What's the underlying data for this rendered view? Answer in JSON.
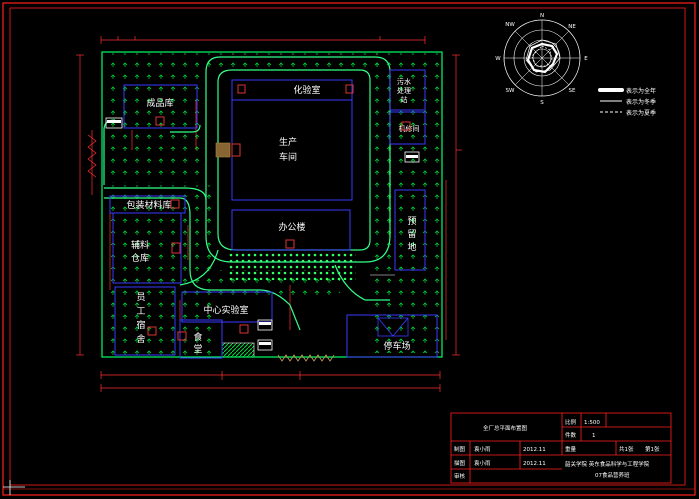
{
  "drawing": {
    "colors": {
      "background": "#000000",
      "frame": "#ff2020",
      "boundary": "#00ff66",
      "building": "#3a3aff",
      "dimension": "#ff3030",
      "vegetation": "#00cc33",
      "road": "#33ff88",
      "equipment": "#dd3333",
      "text": "#ffffff"
    },
    "buildings": {
      "finished_goods": "成品库",
      "lab": "化验室",
      "production_line1": "生产",
      "production_line2": "车间",
      "wastewater1": "污水",
      "wastewater2": "处理",
      "wastewater3": "站",
      "machine_repair": "机修间",
      "packaging_store": "包装材料库",
      "aux_store1": "辅料",
      "aux_store2": "仓库",
      "office": "办公楼",
      "reserve1": "预",
      "reserve2": "留",
      "reserve3": "地",
      "dorm1": "员",
      "dorm2": "工",
      "dorm3": "宿",
      "dorm4": "舍",
      "central_lab": "中心实验室",
      "canteen1": "食",
      "canteen2": "堂",
      "parking": "停车场"
    },
    "compass": {
      "n": "N",
      "ne": "NE",
      "e": "E",
      "se": "SE",
      "s": "S",
      "sw": "SW",
      "w": "W",
      "nw": "NW"
    },
    "legend": [
      {
        "text": "表示为全年",
        "style": "thick"
      },
      {
        "text": "表示为冬季",
        "style": "solid"
      },
      {
        "text": "表示为夏季",
        "style": "dashed"
      }
    ],
    "title_block": {
      "title": "全厂总平面布置图",
      "scale_label": "比例",
      "scale_value": "1:500",
      "count_label": "件数",
      "count_value": "1",
      "weight_label": "重量",
      "sheet_value": "共1张",
      "sheet_no": "第1张",
      "drawn_label": "制图",
      "drawn_name": "袁小雨",
      "drawn_date": "2012.11",
      "checked_label": "描图",
      "checked_name": "袁小雨",
      "checked_date": "2012.11",
      "review_label": "审核",
      "school1": "韶关学院  英东食品科学与工程学院",
      "school2": "07食品营养班"
    }
  }
}
